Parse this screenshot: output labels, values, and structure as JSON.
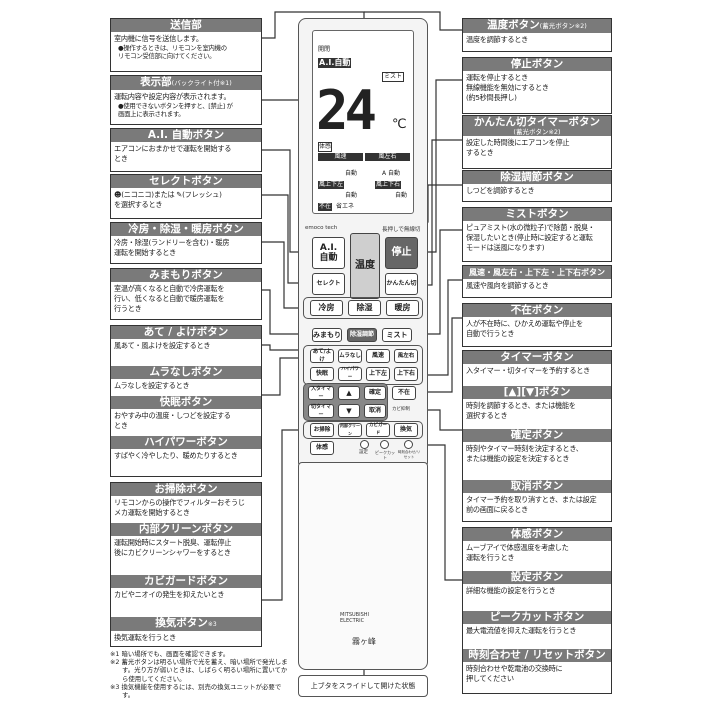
{
  "left": [
    {
      "sections": [
        {
          "title": "送信部",
          "body": [
            "室内機に信号を送信します。"
          ],
          "notes": [
            "●操作するときは、リモコンを室内機の",
            "リモコン受信部に向けてください。"
          ]
        }
      ]
    },
    {
      "sections": [
        {
          "title": "表示部",
          "sub_inline": "(バックライト付※1)",
          "body": [
            "運転内容や設定内容が表示されます。"
          ],
          "notes": [
            "●使用できないボタンを押すと、[禁止] が",
            "画面上に表示されます。"
          ]
        }
      ]
    },
    {
      "sections": [
        {
          "title": "A.I. 自動ボタン",
          "body": [
            "エアコンにおまかせで運転を開始する",
            "とき"
          ]
        }
      ]
    },
    {
      "sections": [
        {
          "title": "セレクトボタン",
          "body": [
            "☻(ニコニコ)または ✎(フレッシュ)",
            "を選択するとき"
          ]
        }
      ]
    },
    {
      "sections": [
        {
          "title": "冷房・除湿・暖房ボタン",
          "body": [
            "冷房・除湿(ランドリーを含む)・暖房",
            "運転を開始するとき"
          ]
        }
      ]
    },
    {
      "sections": [
        {
          "title": "みまもりボタン",
          "body": [
            "室温が高くなると自動で冷房運転を",
            "行い、低くなると自動で暖房運転を",
            "行うとき"
          ]
        }
      ]
    },
    {
      "sections": [
        {
          "title": "あて / よけボタン",
          "body": [
            "風あて・風よけを設定するとき"
          ]
        },
        {
          "title": "ムラなしボタン",
          "body": [
            "ムラなしを設定するとき"
          ]
        },
        {
          "title": "快眠ボタン",
          "body": [
            "おやすみ中の温度・しつどを設定する",
            "とき"
          ]
        },
        {
          "title": "ハイパワーボタン",
          "body": [
            "すばやく冷やしたり、暖めたりするとき"
          ]
        }
      ]
    },
    {
      "sections": [
        {
          "title": "お掃除ボタン",
          "body": [
            "リモコンからの操作でフィルターおそうじ",
            "メカ運転を開始するとき"
          ]
        },
        {
          "title": "内部クリーンボタン",
          "body": [
            "運転開始時にスタート脱臭、運転停止",
            "後にカビクリーンシャワーをするとき"
          ]
        },
        {
          "title": "カビガードボタン",
          "body": [
            "カビやニオイの発生を抑えたいとき"
          ]
        },
        {
          "title": "換気ボタン",
          "sup": "※3",
          "body": [
            "換気運転を行うとき"
          ]
        }
      ]
    }
  ],
  "right": [
    {
      "sections": [
        {
          "title": "温度ボタン",
          "sub_inline": "(蓄光ボタン※2)",
          "body": [
            "温度を調節するとき"
          ]
        }
      ]
    },
    {
      "sections": [
        {
          "title": "停止ボタン",
          "body": [
            "運転を停止するとき",
            "無線機能を無効にするとき",
            "(約5秒間長押し)"
          ]
        }
      ]
    },
    {
      "sections": [
        {
          "title": "かんたん切タイマーボタン",
          "sub": "(蓄光ボタン※2)",
          "body": [
            "設定した時間後にエアコンを停止",
            "するとき"
          ]
        }
      ]
    },
    {
      "sections": [
        {
          "title": "除湿調節ボタン",
          "body": [
            "しつどを調節するとき"
          ]
        }
      ]
    },
    {
      "sections": [
        {
          "title": "ミストボタン",
          "body": [
            "ピュアミスト(水の微粒子)で除菌・脱臭・",
            "保湿したいとき(停止時に設定すると運転",
            "モードは送風になります)"
          ]
        }
      ]
    },
    {
      "sections": [
        {
          "title": "風速・風左右・上下左・上下右ボタン",
          "small": true,
          "body": [
            "風速や風向を調節するとき"
          ]
        }
      ]
    },
    {
      "sections": [
        {
          "title": "不在ボタン",
          "body": [
            "人が不在時に、ひかえめ運転や停止を",
            "自動で行うとき"
          ]
        }
      ]
    },
    {
      "sections": [
        {
          "title": "タイマーボタン",
          "body": [
            "入タイマー・切タイマーを予約するとき"
          ]
        },
        {
          "title": "[▲][▼]ボタン",
          "body": [
            "時刻を調節するとき、または機能を",
            "選択するとき"
          ]
        },
        {
          "title": "確定ボタン",
          "body": [
            "時刻やタイマー時刻を決定するとき、",
            "または機能の設定を決定するとき"
          ]
        },
        {
          "title": "取消ボタン",
          "body": [
            "タイマー予約を取り消すとき、または設定",
            "前の画面に戻るとき"
          ]
        }
      ]
    },
    {
      "sections": [
        {
          "title": "体感ボタン",
          "body": [
            "ムーブアイで体感温度を考慮した",
            "運転を行うとき"
          ]
        },
        {
          "title": "設定ボタン",
          "body": [
            "詳細な機能の設定を行うとき"
          ]
        },
        {
          "title": "ピークカットボタン",
          "body": [
            "最大電流値を抑えた運転を行うとき"
          ]
        },
        {
          "title": "時刻合わせ / リセットボタン",
          "body": [
            "時刻合わせや乾電池の交換時に",
            "押してください"
          ]
        }
      ]
    }
  ],
  "footnotes": [
    "※1 暗い場所でも、画面を確認できます。",
    "※2 蓄光ボタンは明るい場所で光を蓄え、暗い場所で発光します。光り方が弱いときは、しばらく明るい場所に置いてから使用してください。",
    "※3 換気機能を使用するには、別売の換気ユニットが必要です。"
  ],
  "remote": {
    "display": {
      "top_small": "開閉",
      "ai": "A.I.自動",
      "mist": "ミスト",
      "temp": "24",
      "unit": "℃",
      "taikan": "体感",
      "fusoku": "風速",
      "fusayu": "風左右",
      "auto1": "自動",
      "auto2": "A 自動",
      "kaze_l": "風上下左",
      "kaze_r": "風上下右",
      "auto3": "自動",
      "auto4": "自動",
      "fuzai": "不在",
      "shoene": "省エネ"
    },
    "brand_top": "emoco tech",
    "longpress": "長押しで無線切",
    "ai_button": "A.I.\n自動",
    "temp_button": "温度",
    "stop_button": "停止",
    "select_button": "セレクト",
    "kantan_button": "かんたん切",
    "cool": "冷房",
    "dry": "除湿",
    "heat": "暖房",
    "mimamori": "みまもり",
    "dehum": "除湿調節",
    "mist": "ミスト",
    "ateyoke": "あて/よけ",
    "muranashi": "ムラなし",
    "fusoku": "風速",
    "fusayu": "風左右",
    "kaimin": "快眠",
    "hipower": "ハイパワー",
    "jouge_l": "上下左",
    "jouge_r": "上下右",
    "on_timer": "入タイマー",
    "up": "▲",
    "kakutei": "確定",
    "fuzai": "不在",
    "off_timer": "切タイマー",
    "down": "▼",
    "torikeshi": "取消",
    "small_label": "カビ抑制",
    "souji": "お掃除",
    "naibu": "内部クリーン",
    "kabi": "カビガード",
    "kanki": "換気",
    "taikan": "体感",
    "settei": "設定",
    "peak": "ピークカット",
    "reset": "時刻合わせ/リセット",
    "logo": "MITSUBISHI ELECTRIC",
    "logo_sub": "霧ヶ峰",
    "caption": "上ブタをスライドして開けた状態"
  },
  "colors": {
    "header": "#7a7a7a",
    "border": "#333333"
  }
}
